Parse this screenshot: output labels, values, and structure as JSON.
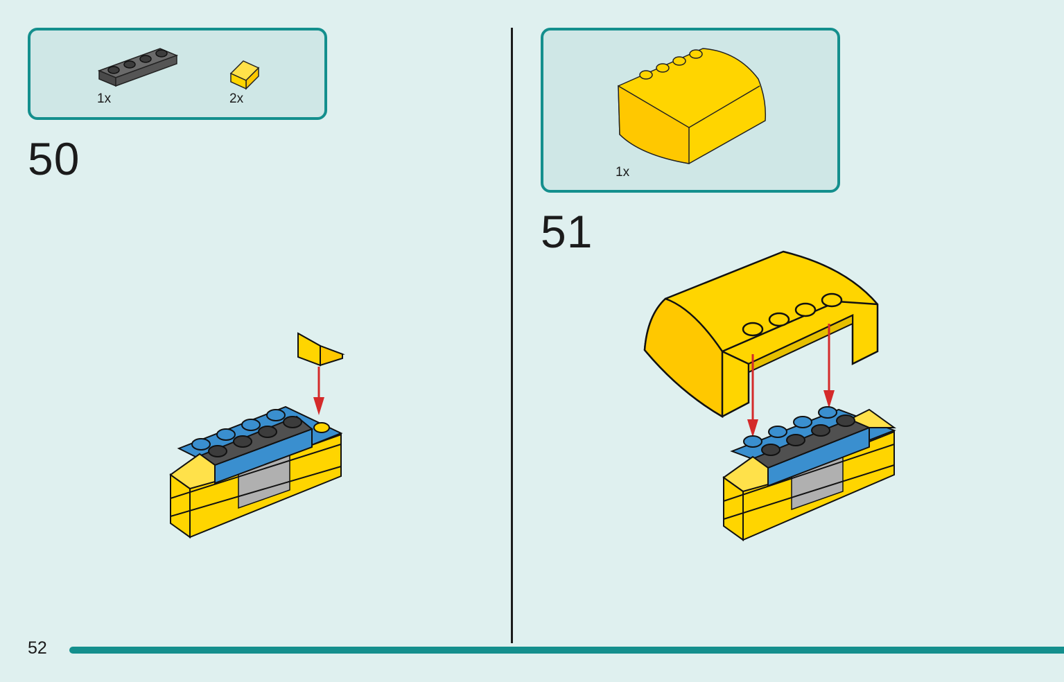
{
  "page": {
    "number": "52"
  },
  "steps": [
    {
      "number": "50",
      "parts": [
        {
          "qty": "1x",
          "icon": "dark-gray-plate-1x4-icon",
          "color": "#5e5e5e"
        },
        {
          "qty": "2x",
          "icon": "yellow-slope-1x1-icon",
          "color": "#ffd500"
        }
      ]
    },
    {
      "number": "51",
      "parts": [
        {
          "qty": "1x",
          "icon": "yellow-curved-windscreen-icon",
          "color": "#ffd500"
        }
      ]
    }
  ],
  "colors": {
    "background": "#dff0ef",
    "parts_box": "#cfe7e6",
    "accent": "#148f8d",
    "yellow": "#ffd500",
    "blue": "#3a8fcf",
    "dark_gray": "#505050",
    "light_gray": "#b0b0b0",
    "arrow": "#d42a2a"
  }
}
